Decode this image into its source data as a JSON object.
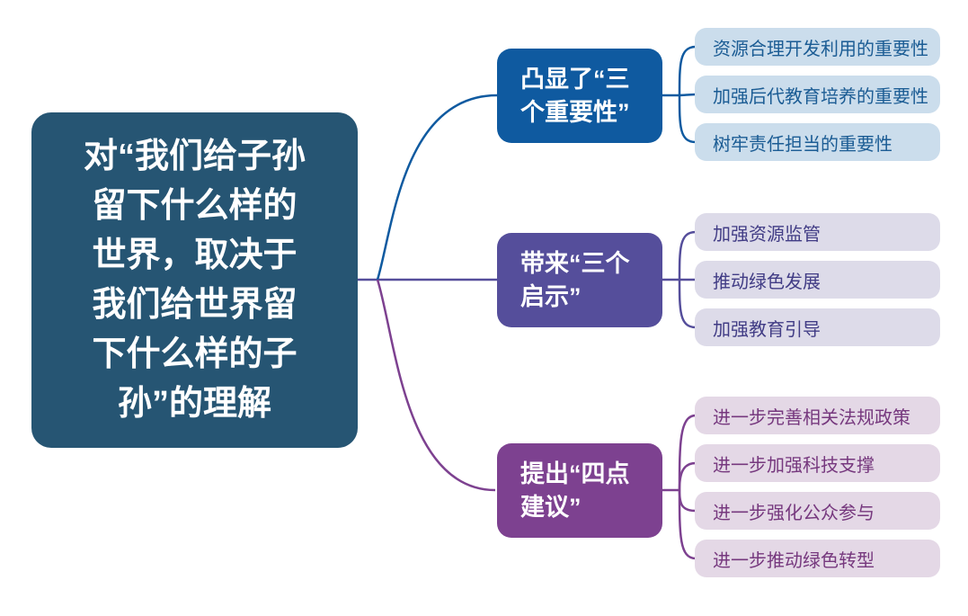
{
  "diagram": {
    "type": "mindmap",
    "root": {
      "text": "对“我们给子孙\n留下什么样的\n世界，取决于\n我们给世界留\n下什么样的子\n孙”的理解"
    },
    "branches": [
      {
        "label": "凸显了“三\n个重要性”",
        "leaves": [
          "资源合理开发利用的重要性",
          "加强后代教育培养的重要性",
          "树牢责任担当的重要性"
        ]
      },
      {
        "label": "带来“三个\n启示”",
        "leaves": [
          "加强资源监管",
          "推动绿色发展",
          "加强教育引导"
        ]
      },
      {
        "label": "提出“四点\n建议”",
        "leaves": [
          "进一步完善相关法规政策",
          "进一步加强科技支撑",
          "进一步强化公众参与",
          "进一步推动绿色转型"
        ]
      }
    ],
    "colors": {
      "background": "#FFFFFF",
      "root_node_bg": "#265573",
      "root_node_text": "#FFFFFF",
      "branch1_bg": "#0F5AA0",
      "branch2_bg": "#554E9B",
      "branch3_bg": "#7D4190",
      "branch_text": "#FFFFFF",
      "leaf1_bg": "#CBDDEC",
      "leaf1_text": "#1B5C94",
      "leaf2_bg": "#DDDBE9",
      "leaf2_text": "#413C85",
      "leaf3_bg": "#E4D8E6",
      "leaf3_text": "#76387E",
      "connector1": "#0F5AA0",
      "connector2": "#554E9B",
      "connector3": "#7D4190"
    }
  }
}
